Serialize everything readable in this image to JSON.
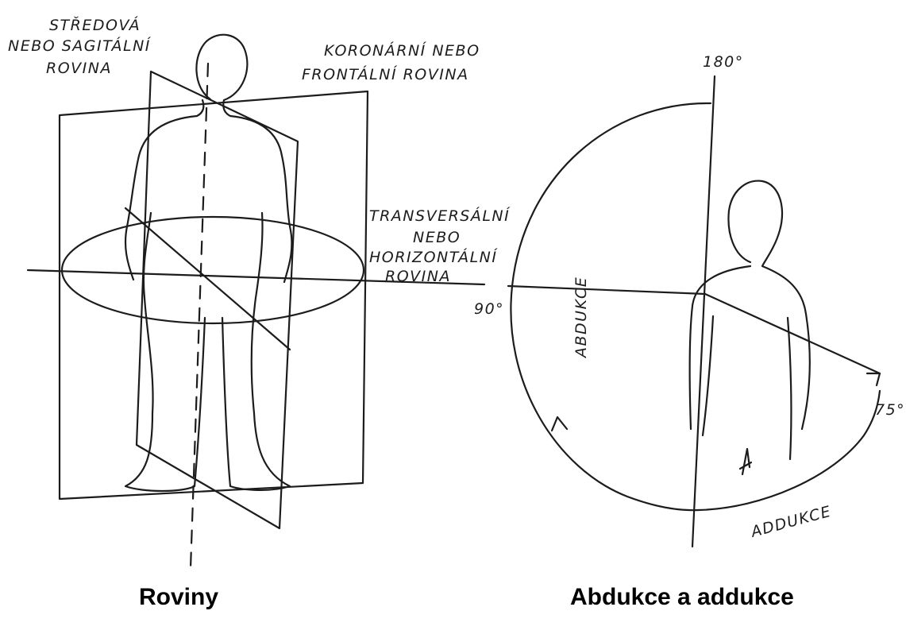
{
  "left_figure": {
    "label_sagittal": [
      "STŘEDOVÁ",
      "NEBO SAGITÁLNÍ",
      "ROVINA"
    ],
    "label_coronal": [
      "KORONÁRNÍ NEBO",
      "FRONTÁLNÍ ROVINA"
    ],
    "label_transverse": [
      "TRANSVERSÁLNÍ",
      "NEBO",
      "HORIZONTÁLNÍ",
      "ROVINA"
    ],
    "caption": "Roviny"
  },
  "right_figure": {
    "angle_180": "180°",
    "angle_90": "90°",
    "angle_75": "75°",
    "label_abduction": "ABDUKCE",
    "label_adduction": "ADDUKCE",
    "caption": "Abdukce a addukce"
  }
}
